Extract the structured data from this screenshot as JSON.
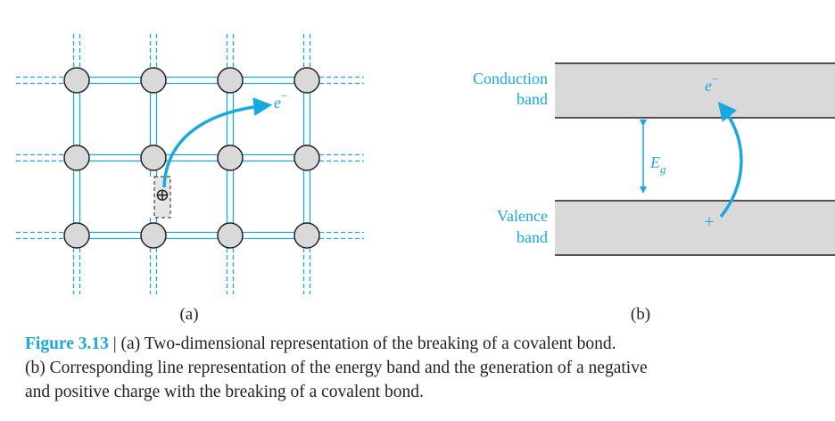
{
  "colors": {
    "accent": "#1aa8e0",
    "atom_fill": "#d9d9d9",
    "band_fill": "#d9d9d9",
    "ink": "#231f20"
  },
  "panel_a": {
    "label": "(a)",
    "electron": "e",
    "electron_sup": "−",
    "hole": "⊕"
  },
  "panel_b": {
    "label": "(b)",
    "conduction_line1": "Conduction",
    "conduction_line2": "band",
    "valence_line1": "Valence",
    "valence_line2": "band",
    "gap_symbol": "E",
    "gap_subscript": "g",
    "electron": "e",
    "electron_sup": "−",
    "hole": "+"
  },
  "caption": {
    "figure_label": "Figure 3.13",
    "separator": "|",
    "line1": "(a) Two-dimensional representation of the breaking of a covalent bond.",
    "line2": "(b) Corresponding line representation of the energy band and the generation of a negative",
    "line3": "and positive charge with the breaking of a covalent bond."
  }
}
